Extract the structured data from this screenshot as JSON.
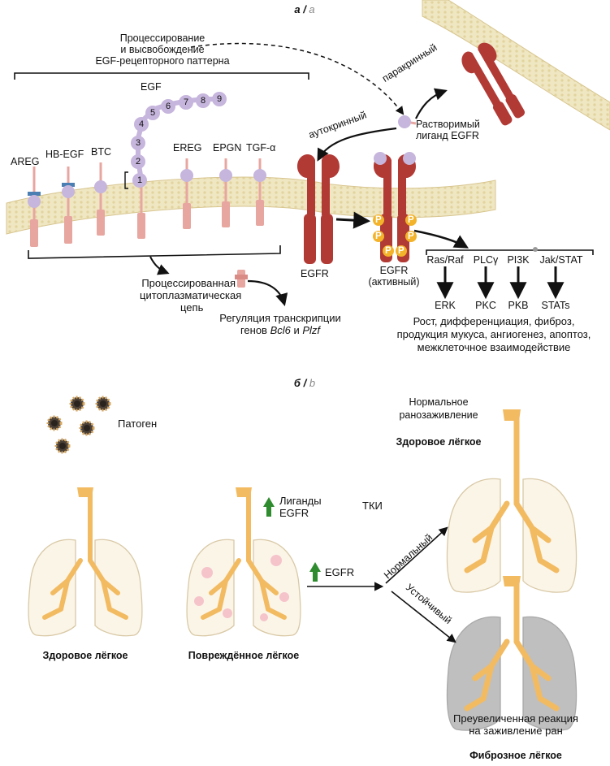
{
  "panel_a": {
    "label": "a",
    "label_en": "a",
    "processing_title": [
      "Процессирование",
      "и высвобождение",
      "EGF-рецепторного паттерна"
    ],
    "ligands": [
      "AREG",
      "HB-EGF",
      "BTC",
      "EREG",
      "EPGN",
      "TGF-α"
    ],
    "egf_label": "EGF",
    "egf_domains": [
      "1",
      "2",
      "3",
      "4",
      "5",
      "6",
      "7",
      "8",
      "9"
    ],
    "paracrine": "паракринный",
    "autocrine": "аутокринный",
    "soluble_ligand": [
      "Растворимый",
      "лиганд EGFR"
    ],
    "egfr": "EGFR",
    "egfr_active": [
      "EGFR",
      "(активный)"
    ],
    "phospho": "P",
    "pathways": [
      "Ras/Raf",
      "PLCγ",
      "PI3K",
      "Jak/STAT"
    ],
    "effectors": [
      "ERK",
      "PKC",
      "PKB",
      "STATs"
    ],
    "outcomes": [
      "Рост, дифференциация, фиброз,",
      "продукция мукуса, ангиогенез, апоптоз,",
      "межклеточное взаимодействие"
    ],
    "processed_chain": [
      "Процессированная",
      "цитоплазматическая",
      "цепь"
    ],
    "transcription_1": "Регуляция транскрипции",
    "transcription_2a": "генов ",
    "gene1": "Bcl6",
    "transcription_2b": " и ",
    "gene2": "Plzf"
  },
  "panel_b": {
    "label": "б",
    "label_en": "b",
    "pathogen": "Патоген",
    "healthy_lung": "Здоровое лёгкое",
    "damaged_lung": "Повреждённое лёгкое",
    "ligands_up": [
      "Лиганды",
      "EGFR"
    ],
    "egfr_up": "EGFR",
    "tki": "ТКИ",
    "normal_path": "Нормальный",
    "persistent_path": "Устойчивый",
    "normal_healing": [
      "Нормальное",
      "ранозаживление"
    ],
    "healthy_lung_result": "Здоровое лёгкое",
    "exaggerated": [
      "Преувеличенная реакция",
      "на заживление ран"
    ],
    "fibrotic_lung": "Фиброзное лёгкое"
  },
  "colors": {
    "membrane": "#efe6c2",
    "membrane_edge": "#d8c690",
    "receptor": "#b23a35",
    "ligand_head": "#c6b5dc",
    "ligand_stem": "#e8a6a0",
    "phospho": "#f3b32a",
    "airway": "#f2bb62",
    "lung_fill": "#fbf5e8",
    "fibrotic": "#bfbfbf",
    "inflammation": "#f2a3b8",
    "arrow_up": "#2e8b2e"
  }
}
